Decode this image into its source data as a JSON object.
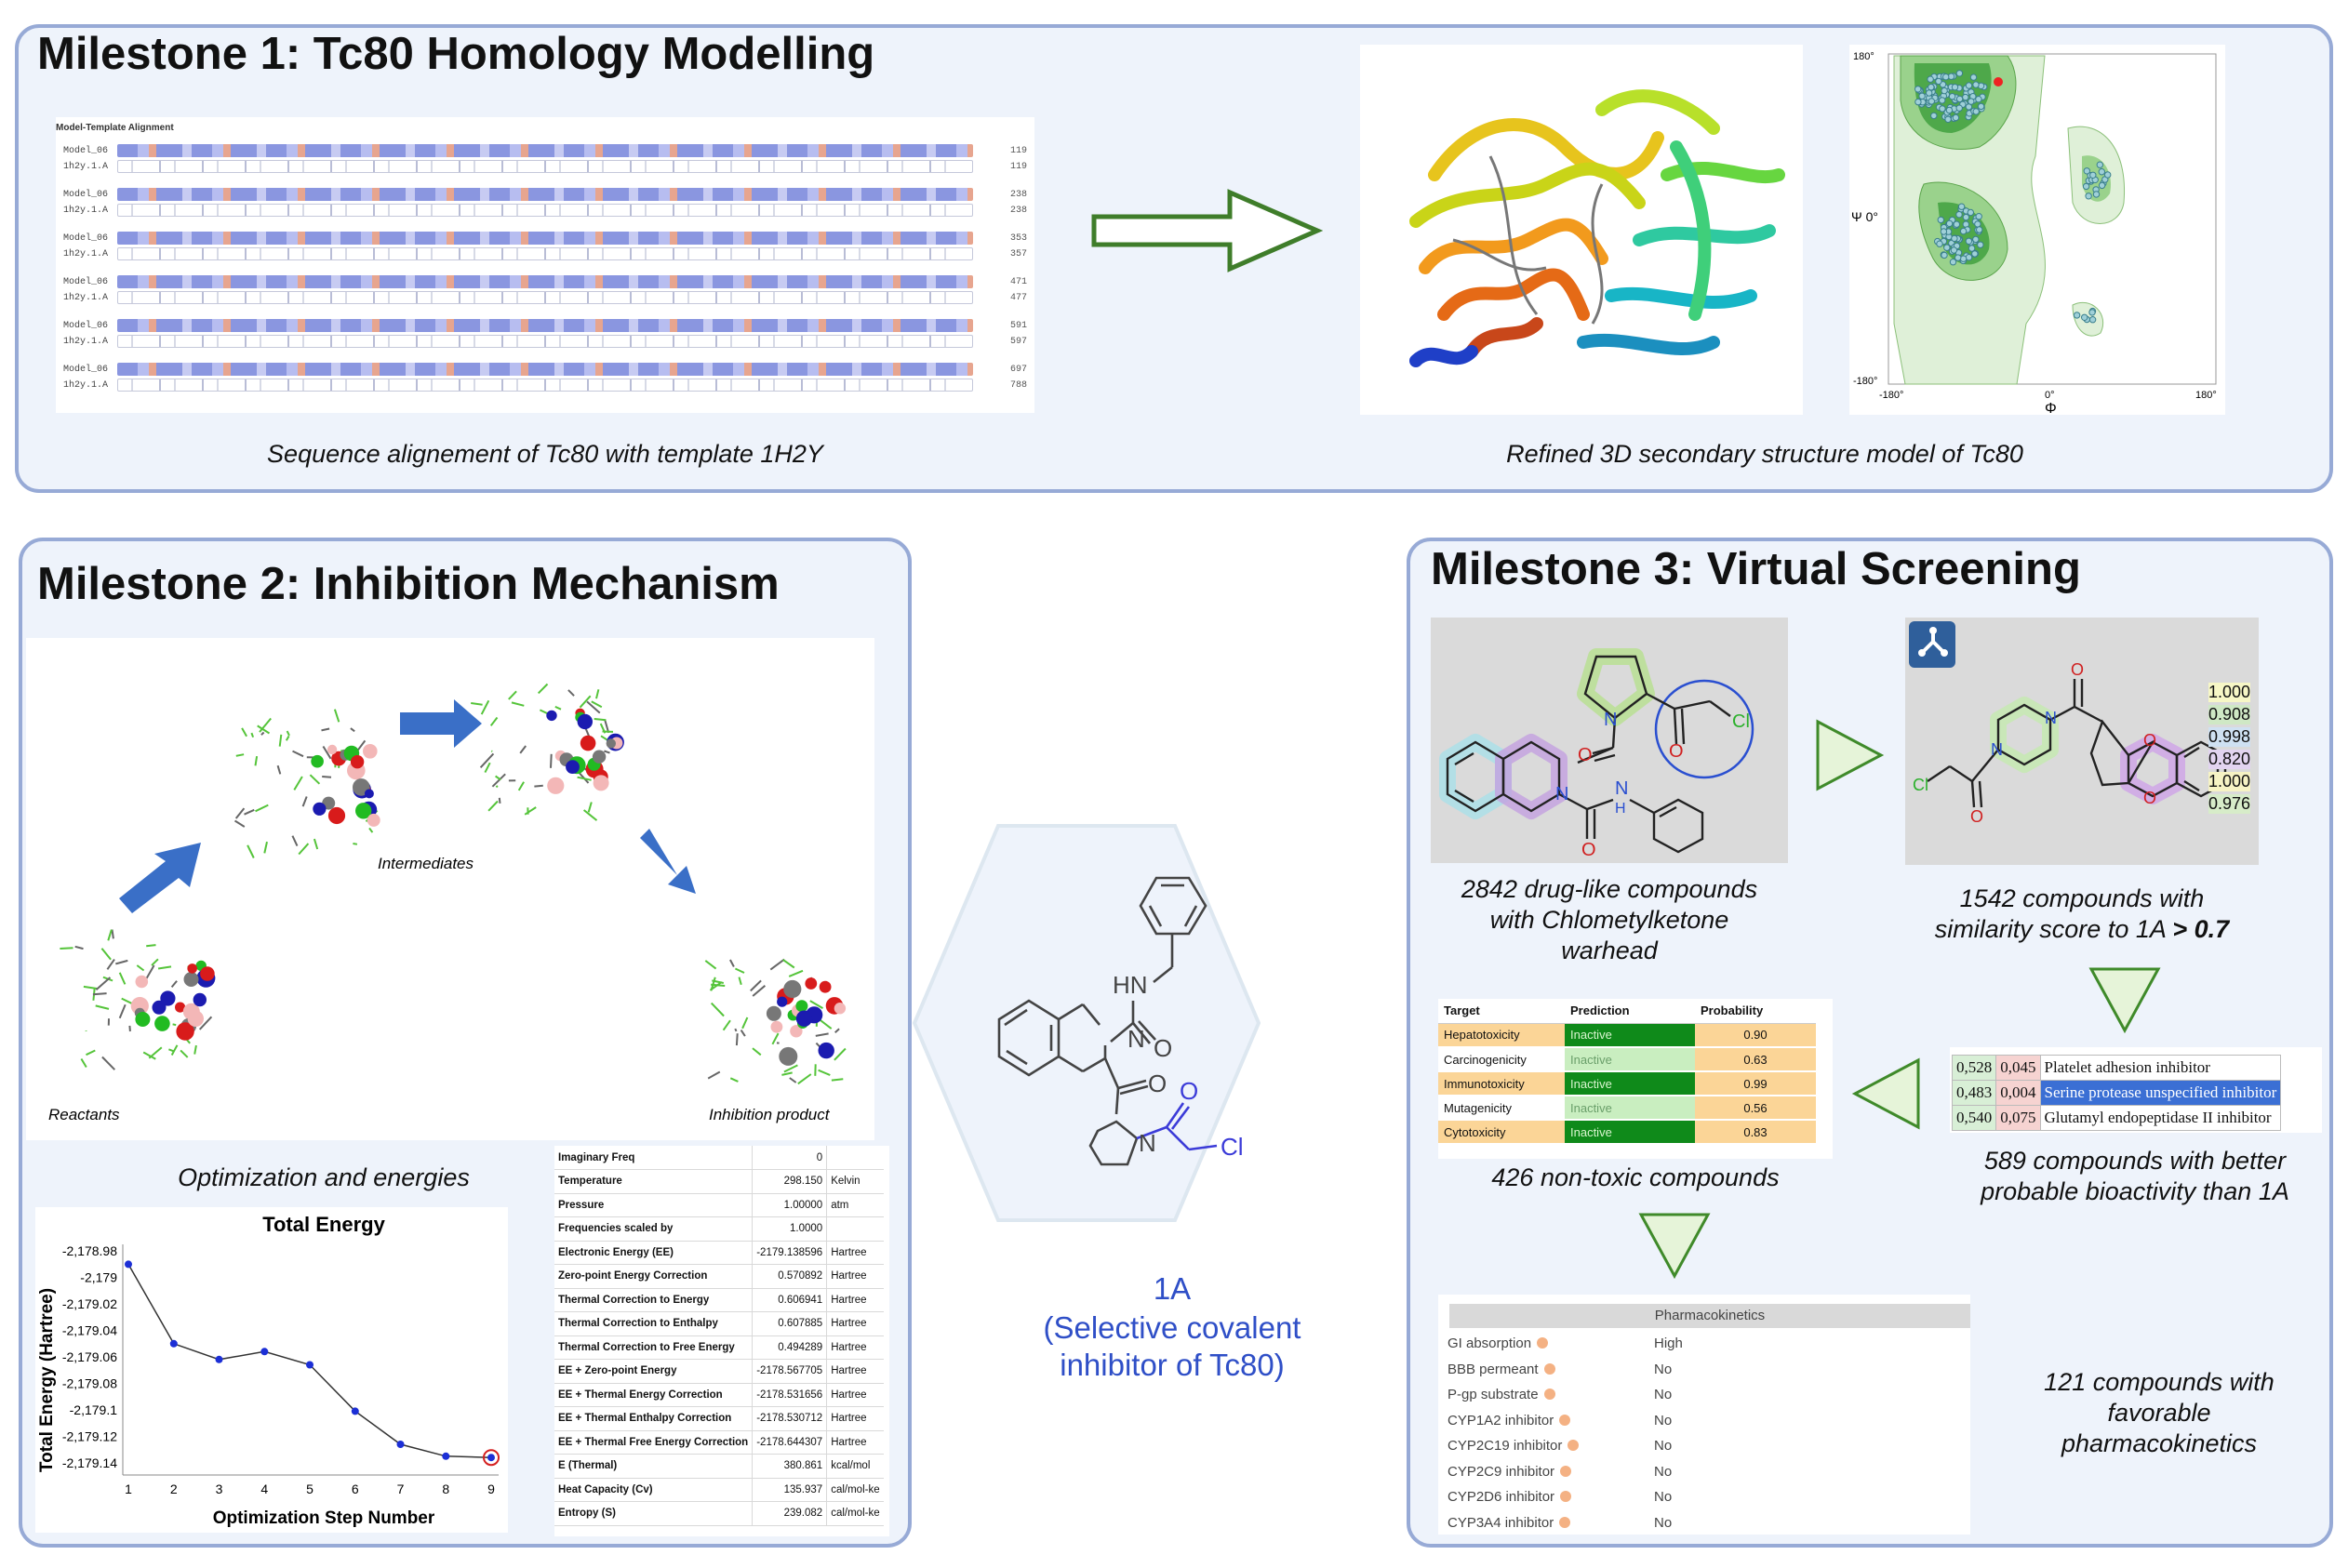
{
  "milestone1": {
    "title": "Milestone 1: Tc80 Homology Modelling",
    "alignment": {
      "header": "Model-Template Alignment",
      "rows": [
        {
          "model": "Model_06",
          "template": "1h2y.1.A",
          "end_model": "119",
          "end_template": "119"
        },
        {
          "model": "Model_06",
          "template": "1h2y.1.A",
          "end_model": "238",
          "end_template": "238"
        },
        {
          "model": "Model_06",
          "template": "1h2y.1.A",
          "end_model": "353",
          "end_template": "357"
        },
        {
          "model": "Model_06",
          "template": "1h2y.1.A",
          "end_model": "471",
          "end_template": "477"
        },
        {
          "model": "Model_06",
          "template": "1h2y.1.A",
          "end_model": "591",
          "end_template": "597"
        },
        {
          "model": "Model_06",
          "template": "1h2y.1.A",
          "end_model": "697",
          "end_template": "788"
        }
      ]
    },
    "caption_left": "Sequence alignement of Tc80 with template 1H2Y",
    "caption_right": "Refined 3D secondary structure model of Tc80",
    "ramachandran": {
      "y_top": "180°",
      "y_mid": "Ψ 0°",
      "y_bottom": "-180°",
      "x_left": "-180°",
      "x_mid": "0°",
      "x_right": "180°",
      "x_axis": "Φ"
    }
  },
  "milestone2": {
    "title": "Milestone 2: Inhibition Mechanism",
    "labels": {
      "reactants": "Reactants",
      "intermediates": "Intermediates",
      "product": "Inhibition product"
    },
    "caption": "Optimization and energies",
    "chart_data": {
      "type": "line",
      "title": "Total Energy",
      "xlabel": "Optimization Step Number",
      "ylabel": "Total Energy (Hartree)",
      "x": [
        1,
        2,
        3,
        4,
        5,
        6,
        7,
        8,
        9
      ],
      "series": [
        {
          "values": [
            -2178.99,
            -2179.05,
            -2179.062,
            -2179.056,
            -2179.066,
            -2179.101,
            -2179.126,
            -2179.135,
            -2179.136
          ]
        }
      ],
      "ylim": [
        -2179.145,
        -2178.975
      ],
      "yticks": [
        "-2,178.98",
        "-2,179",
        "-2,179.02",
        "-2,179.04",
        "-2,179.06",
        "-2,179.08",
        "-2,179.1",
        "-2,179.12",
        "-2,179.14"
      ],
      "ytick_values": [
        -2178.98,
        -2179.0,
        -2179.02,
        -2179.04,
        -2179.06,
        -2179.08,
        -2179.1,
        -2179.12,
        -2179.14
      ],
      "xticks": [
        "1",
        "2",
        "3",
        "4",
        "5",
        "6",
        "7",
        "8",
        "9"
      ]
    },
    "thermo_table": [
      {
        "label": "Imaginary Freq",
        "value": "0",
        "unit": ""
      },
      {
        "label": "Temperature",
        "value": "298.150",
        "unit": "Kelvin"
      },
      {
        "label": "Pressure",
        "value": "1.00000",
        "unit": "atm"
      },
      {
        "label": "Frequencies scaled by",
        "value": "1.0000",
        "unit": ""
      },
      {
        "label": "Electronic Energy (EE)",
        "value": "-2179.138596",
        "unit": "Hartree"
      },
      {
        "label": "Zero-point Energy Correction",
        "value": "0.570892",
        "unit": "Hartree"
      },
      {
        "label": "Thermal Correction to Energy",
        "value": "0.606941",
        "unit": "Hartree"
      },
      {
        "label": "Thermal Correction to Enthalpy",
        "value": "0.607885",
        "unit": "Hartree"
      },
      {
        "label": "Thermal Correction to Free Energy",
        "value": "0.494289",
        "unit": "Hartree"
      },
      {
        "label": "EE + Zero-point Energy",
        "value": "-2178.567705",
        "unit": "Hartree"
      },
      {
        "label": "EE + Thermal Energy Correction",
        "value": "-2178.531656",
        "unit": "Hartree"
      },
      {
        "label": "EE + Thermal Enthalpy Correction",
        "value": "-2178.530712",
        "unit": "Hartree"
      },
      {
        "label": "EE + Thermal Free Energy Correction",
        "value": "-2178.644307",
        "unit": "Hartree"
      },
      {
        "label": "E (Thermal)",
        "value": "380.861",
        "unit": "kcal/mol"
      },
      {
        "label": "Heat Capacity (Cv)",
        "value": "135.937",
        "unit": "cal/mol-ke"
      },
      {
        "label": "Entropy (S)",
        "value": "239.082",
        "unit": "cal/mol-ke"
      }
    ]
  },
  "center": {
    "atoms": {
      "hn": "HN",
      "n1": "N",
      "o1": "O",
      "o2": "O",
      "n2": "N",
      "o3": "O",
      "cl": "Cl"
    },
    "name": "1A",
    "description_line1": "(Selective covalent",
    "description_line2": "inhibitor of Tc80)"
  },
  "milestone3": {
    "title": "Milestone 3: Virtual Screening",
    "caption_drug": "2842 drug-like compounds with Chlometylketone warhead",
    "caption_drug_lines": [
      "2842 drug-like compounds",
      "with Chlometylketone",
      "warhead"
    ],
    "caption_similarity_line1": "1542 compounds with",
    "caption_similarity_line2_prefix": "similarity score to 1A ",
    "caption_similarity_bold": "> 0.7",
    "similarity_scores": [
      "1.000",
      "0.908",
      "0.998",
      "0.820",
      "1.000",
      "0.976"
    ],
    "similarity_colors": [
      "#f7f7c6",
      "#cfe8c5",
      "#cfe1f2",
      "#e2d4f0",
      "#f6f3c4",
      "#d7ecc9"
    ],
    "tox_table": {
      "headers": [
        "Target",
        "Prediction",
        "Probability"
      ],
      "rows": [
        {
          "target": "Hepatotoxicity",
          "prediction": "Inactive",
          "probability": "0.90",
          "dark": true
        },
        {
          "target": "Carcinogenicity",
          "prediction": "Inactive",
          "probability": "0.63",
          "dark": false
        },
        {
          "target": "Immunotoxicity",
          "prediction": "Inactive",
          "probability": "0.99",
          "dark": true
        },
        {
          "target": "Mutagenicity",
          "prediction": "Inactive",
          "probability": "0.56",
          "dark": false
        },
        {
          "target": "Cytotoxicity",
          "prediction": "Inactive",
          "probability": "0.83",
          "dark": true
        }
      ]
    },
    "caption_tox": "426 non-toxic compounds",
    "bioactivity": [
      {
        "pa": "0,528",
        "pi": "0,045",
        "activity": "Platelet adhesion inhibitor",
        "highlight": false
      },
      {
        "pa": "0,483",
        "pi": "0,004",
        "activity": "Serine protease unspecified inhibitor",
        "highlight": true
      },
      {
        "pa": "0,540",
        "pi": "0,075",
        "activity": "Glutamyl endopeptidase II inhibitor",
        "highlight": false
      }
    ],
    "caption_bio_line1": "589 compounds with better",
    "caption_bio_line2": "probable bioactivity than 1A",
    "pk": {
      "header": "Pharmacokinetics",
      "rows": [
        {
          "key": "GI absorption",
          "value": "High"
        },
        {
          "key": "BBB permeant",
          "value": "No"
        },
        {
          "key": "P-gp substrate",
          "value": "No"
        },
        {
          "key": "CYP1A2 inhibitor",
          "value": "No"
        },
        {
          "key": "CYP2C19 inhibitor",
          "value": "No"
        },
        {
          "key": "CYP2C9 inhibitor",
          "value": "No"
        },
        {
          "key": "CYP2D6 inhibitor",
          "value": "No"
        },
        {
          "key": "CYP3A4 inhibitor",
          "value": "No"
        }
      ]
    },
    "caption_pk_lines": [
      "121 compounds with",
      "favorable",
      "pharmacokinetics"
    ],
    "mol_atoms": {
      "n1": "N",
      "o1": "O",
      "o_ring": "O",
      "cl": "Cl",
      "n2": "N",
      "o2": "O",
      "nh": "N",
      "h": "H",
      "n3": "N",
      "o3": "O"
    },
    "sim_atoms": {
      "cl": "Cl",
      "o1": "O",
      "n1": "N",
      "n2": "N",
      "o2": "O",
      "oa": "O",
      "ob": "O"
    }
  }
}
